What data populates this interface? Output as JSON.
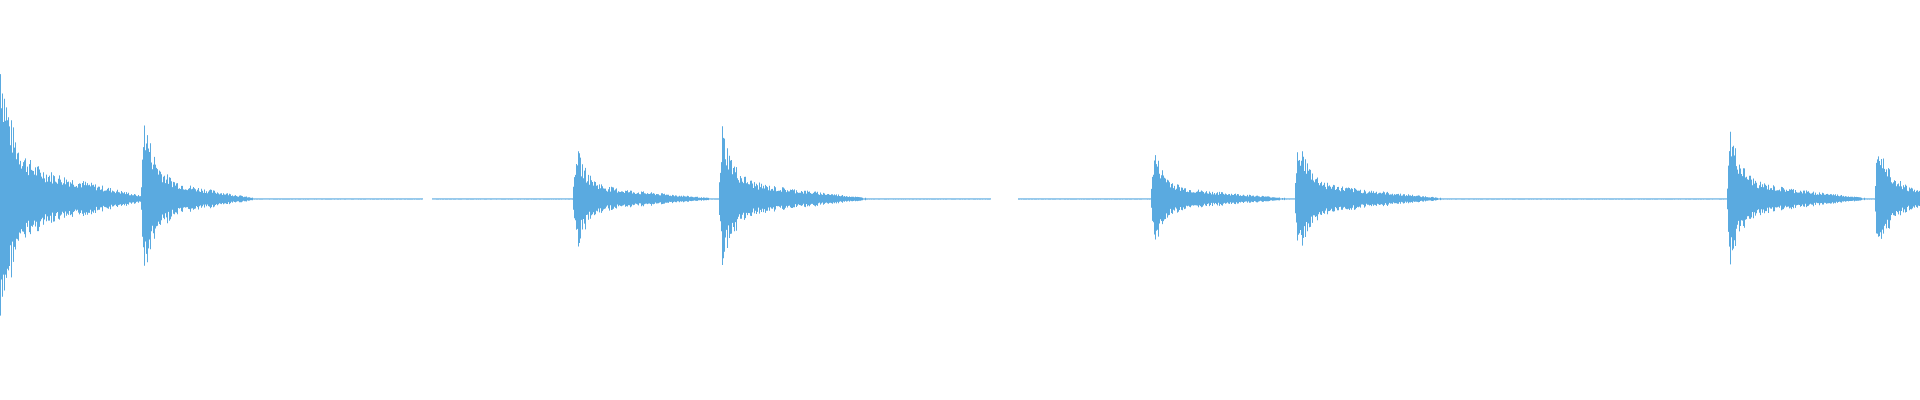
{
  "waveform": {
    "color": "#5aaae0",
    "background": "#ffffff",
    "segments": [
      {
        "start": 0.0,
        "end": 0.22
      },
      {
        "start": 0.225,
        "end": 0.516
      },
      {
        "start": 0.53,
        "end": 1.0
      }
    ],
    "hits": [
      {
        "time": 0.0,
        "amplitude": 1.0,
        "tail": 0.08
      },
      {
        "time": 0.075,
        "amplitude": 0.55,
        "tail": 0.06
      },
      {
        "time": 0.3,
        "amplitude": 0.35,
        "tail": 0.075
      },
      {
        "time": 0.376,
        "amplitude": 0.48,
        "tail": 0.08
      },
      {
        "time": 0.601,
        "amplitude": 0.32,
        "tail": 0.075
      },
      {
        "time": 0.676,
        "amplitude": 0.42,
        "tail": 0.08
      },
      {
        "time": 0.901,
        "amplitude": 0.45,
        "tail": 0.075
      },
      {
        "time": 0.978,
        "amplitude": 0.45,
        "tail": 0.04
      }
    ]
  }
}
